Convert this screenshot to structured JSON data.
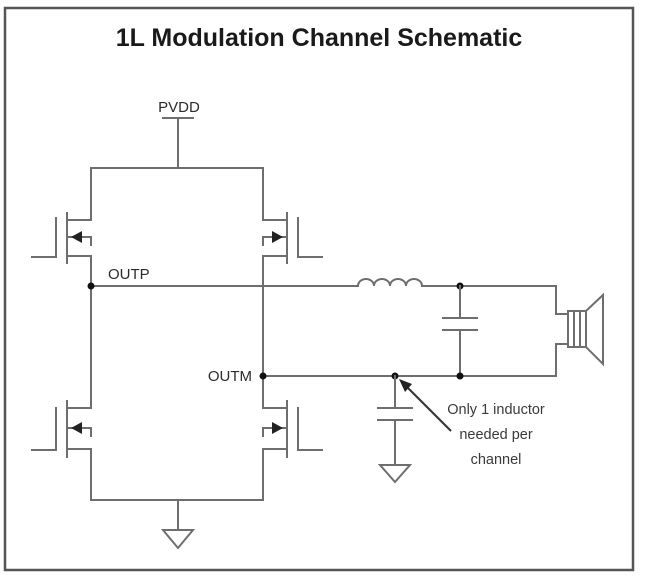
{
  "title": "1L Modulation Channel Schematic",
  "nets": {
    "supply": "PVDD",
    "output_p": "OUTP",
    "output_m": "OUTM"
  },
  "annotation": {
    "lines": [
      "Only 1 inductor",
      "needed per",
      "channel"
    ]
  },
  "components": [
    {
      "name": "high-side-left-mosfet",
      "type": "mosfet"
    },
    {
      "name": "high-side-right-mosfet",
      "type": "mosfet"
    },
    {
      "name": "low-side-left-mosfet",
      "type": "mosfet"
    },
    {
      "name": "low-side-right-mosfet",
      "type": "mosfet"
    },
    {
      "name": "output-inductor",
      "type": "inductor"
    },
    {
      "name": "differential-capacitor",
      "type": "capacitor"
    },
    {
      "name": "common-mode-capacitor",
      "type": "capacitor"
    },
    {
      "name": "speaker",
      "type": "speaker"
    },
    {
      "name": "bridge-ground",
      "type": "ground"
    },
    {
      "name": "capacitor-ground",
      "type": "ground"
    }
  ],
  "colors": {
    "wire": "#6e6e6e",
    "frame": "#555555",
    "junction": "#111111"
  }
}
